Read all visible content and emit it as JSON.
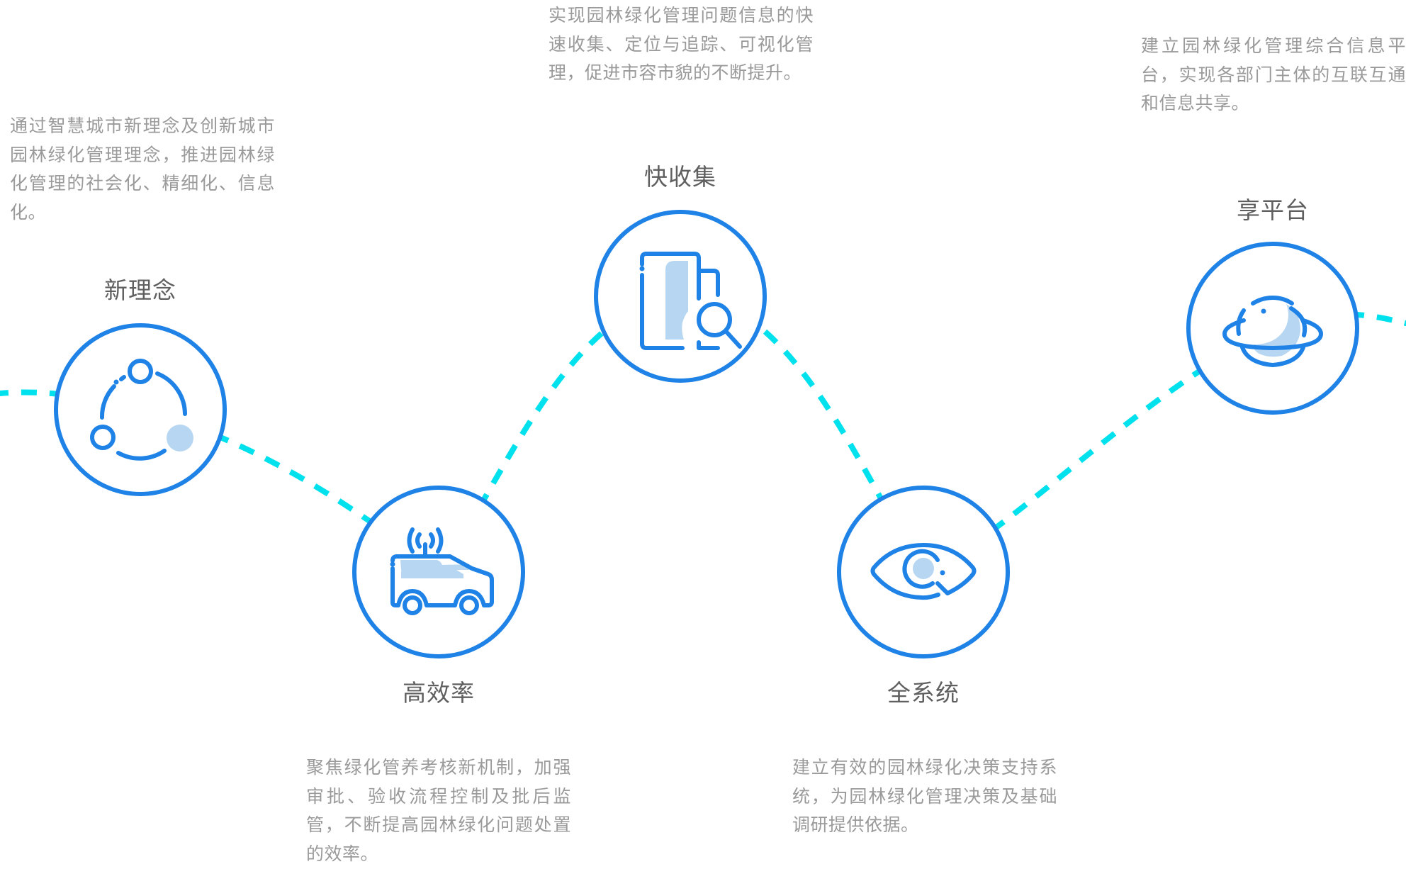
{
  "colors": {
    "circle_stroke": "#1E82E6",
    "icon_fill": "#B6D6F2",
    "connector_dash": "#00E1EE",
    "title_text": "#5F5F5F",
    "desc_text": "#9A9A9A"
  },
  "features": [
    {
      "id": "new-concept",
      "title": "新理念",
      "icon": "share-nodes-icon",
      "description": "通过智慧城市新理念及创新城市园林绿化管理理念，推进园林绿化管理的社会化、精细化、信息化。"
    },
    {
      "id": "high-efficiency",
      "title": "高效率",
      "icon": "patrol-car-icon",
      "description": "聚焦绿化管养考核新机制，加强审批、验收流程控制及批后监管，不断提高园林绿化问题处置的效率。"
    },
    {
      "id": "fast-collection",
      "title": "快收集",
      "icon": "document-search-icon",
      "description": "实现园林绿化管理问题信息的快速收集、定位与追踪、可视化管理，促进市容市貌的不断提升。"
    },
    {
      "id": "full-system",
      "title": "全系统",
      "icon": "eye-icon",
      "description": "建立有效的园林绿化决策支持系统，为园林绿化管理决策及基础调研提供依据。"
    },
    {
      "id": "shared-platform",
      "title": "享平台",
      "icon": "planet-icon",
      "description": "建立园林绿化管理综合信息平台，实现各部门主体的互联互通和信息共享。"
    }
  ]
}
